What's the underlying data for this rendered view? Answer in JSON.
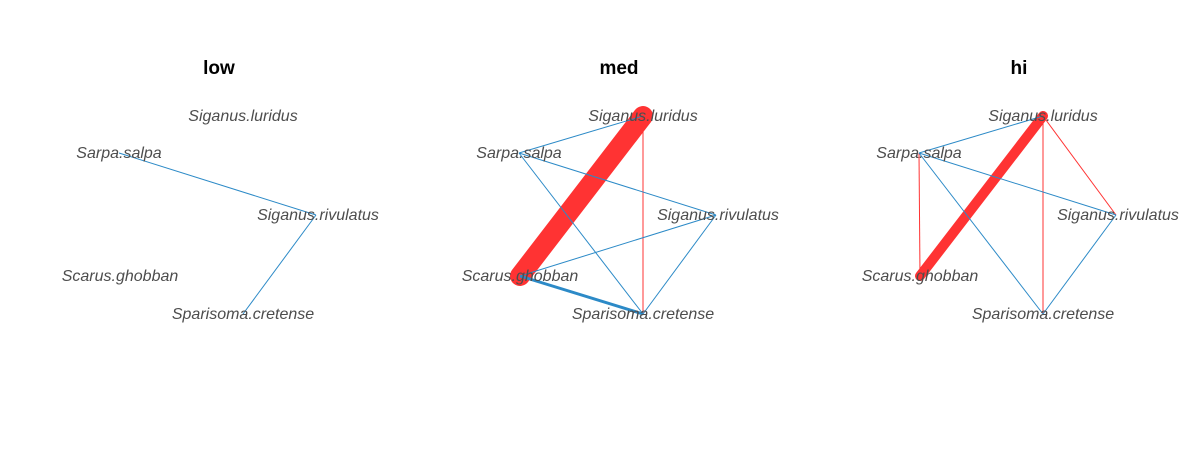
{
  "colors": {
    "positive": "#2c8ac7",
    "negative": "#ff3333",
    "label": "#4d4d4d",
    "title": "#000000"
  },
  "nodes": [
    {
      "id": "Siganus.luridus",
      "label": "Siganus.luridus"
    },
    {
      "id": "Sarpa.salpa",
      "label": "Sarpa.salpa"
    },
    {
      "id": "Siganus.rivulatus",
      "label": "Siganus.rivulatus"
    },
    {
      "id": "Scarus.ghobban",
      "label": "Scarus.ghobban"
    },
    {
      "id": "Sparisoma.cretense",
      "label": "Sparisoma.cretense"
    }
  ],
  "panels": [
    {
      "title": "low",
      "edges": [
        {
          "from": "Sarpa.salpa",
          "to": "Siganus.rivulatus",
          "sign": "positive",
          "weight": 1
        },
        {
          "from": "Siganus.rivulatus",
          "to": "Sparisoma.cretense",
          "sign": "positive",
          "weight": 1
        }
      ]
    },
    {
      "title": "med",
      "edges": [
        {
          "from": "Siganus.luridus",
          "to": "Scarus.ghobban",
          "sign": "negative",
          "weight": 20
        },
        {
          "from": "Siganus.luridus",
          "to": "Sparisoma.cretense",
          "sign": "negative",
          "weight": 1
        },
        {
          "from": "Sarpa.salpa",
          "to": "Siganus.luridus",
          "sign": "positive",
          "weight": 1
        },
        {
          "from": "Sarpa.salpa",
          "to": "Siganus.rivulatus",
          "sign": "positive",
          "weight": 1
        },
        {
          "from": "Sarpa.salpa",
          "to": "Sparisoma.cretense",
          "sign": "positive",
          "weight": 1
        },
        {
          "from": "Siganus.rivulatus",
          "to": "Scarus.ghobban",
          "sign": "positive",
          "weight": 1
        },
        {
          "from": "Siganus.rivulatus",
          "to": "Sparisoma.cretense",
          "sign": "positive",
          "weight": 1
        },
        {
          "from": "Scarus.ghobban",
          "to": "Sparisoma.cretense",
          "sign": "positive",
          "weight": 3
        }
      ]
    },
    {
      "title": "hi",
      "edges": [
        {
          "from": "Siganus.luridus",
          "to": "Scarus.ghobban",
          "sign": "negative",
          "weight": 10
        },
        {
          "from": "Siganus.luridus",
          "to": "Sparisoma.cretense",
          "sign": "negative",
          "weight": 1
        },
        {
          "from": "Siganus.luridus",
          "to": "Siganus.rivulatus",
          "sign": "negative",
          "weight": 1
        },
        {
          "from": "Sarpa.salpa",
          "to": "Scarus.ghobban",
          "sign": "negative",
          "weight": 1
        },
        {
          "from": "Sarpa.salpa",
          "to": "Siganus.luridus",
          "sign": "positive",
          "weight": 1
        },
        {
          "from": "Sarpa.salpa",
          "to": "Siganus.rivulatus",
          "sign": "positive",
          "weight": 1
        },
        {
          "from": "Sarpa.salpa",
          "to": "Sparisoma.cretense",
          "sign": "positive",
          "weight": 1
        },
        {
          "from": "Siganus.rivulatus",
          "to": "Sparisoma.cretense",
          "sign": "positive",
          "weight": 1
        }
      ]
    }
  ]
}
